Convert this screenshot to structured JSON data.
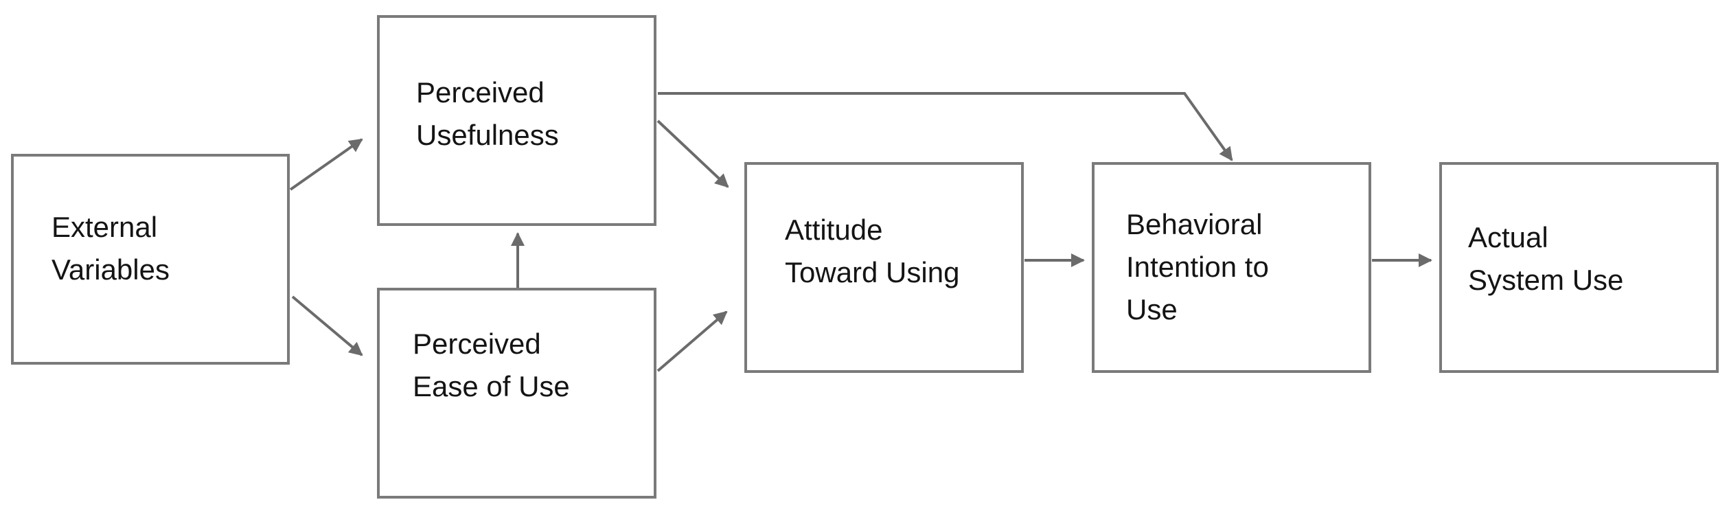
{
  "nodes": {
    "external_variables": {
      "label": "External\nVariables"
    },
    "perceived_usefulness": {
      "label": "Perceived\nUsefulness"
    },
    "perceived_ease_of_use": {
      "label": "Perceived\nEase of Use"
    },
    "attitude_toward_using": {
      "label": "Attitude\nToward Using"
    },
    "behavioral_intention": {
      "label": "Behavioral\nIntention to\nUse"
    },
    "actual_system_use": {
      "label": "Actual\nSystem Use"
    }
  },
  "edges": [
    {
      "from": "external_variables",
      "to": "perceived_usefulness"
    },
    {
      "from": "external_variables",
      "to": "perceived_ease_of_use"
    },
    {
      "from": "perceived_ease_of_use",
      "to": "perceived_usefulness"
    },
    {
      "from": "perceived_usefulness",
      "to": "attitude_toward_using"
    },
    {
      "from": "perceived_ease_of_use",
      "to": "attitude_toward_using"
    },
    {
      "from": "perceived_usefulness",
      "to": "behavioral_intention"
    },
    {
      "from": "attitude_toward_using",
      "to": "behavioral_intention"
    },
    {
      "from": "behavioral_intention",
      "to": "actual_system_use"
    }
  ],
  "colors": {
    "box_border": "#7a7a7a",
    "arrow": "#6b6b6b",
    "text": "#141414",
    "background": "#ffffff"
  }
}
